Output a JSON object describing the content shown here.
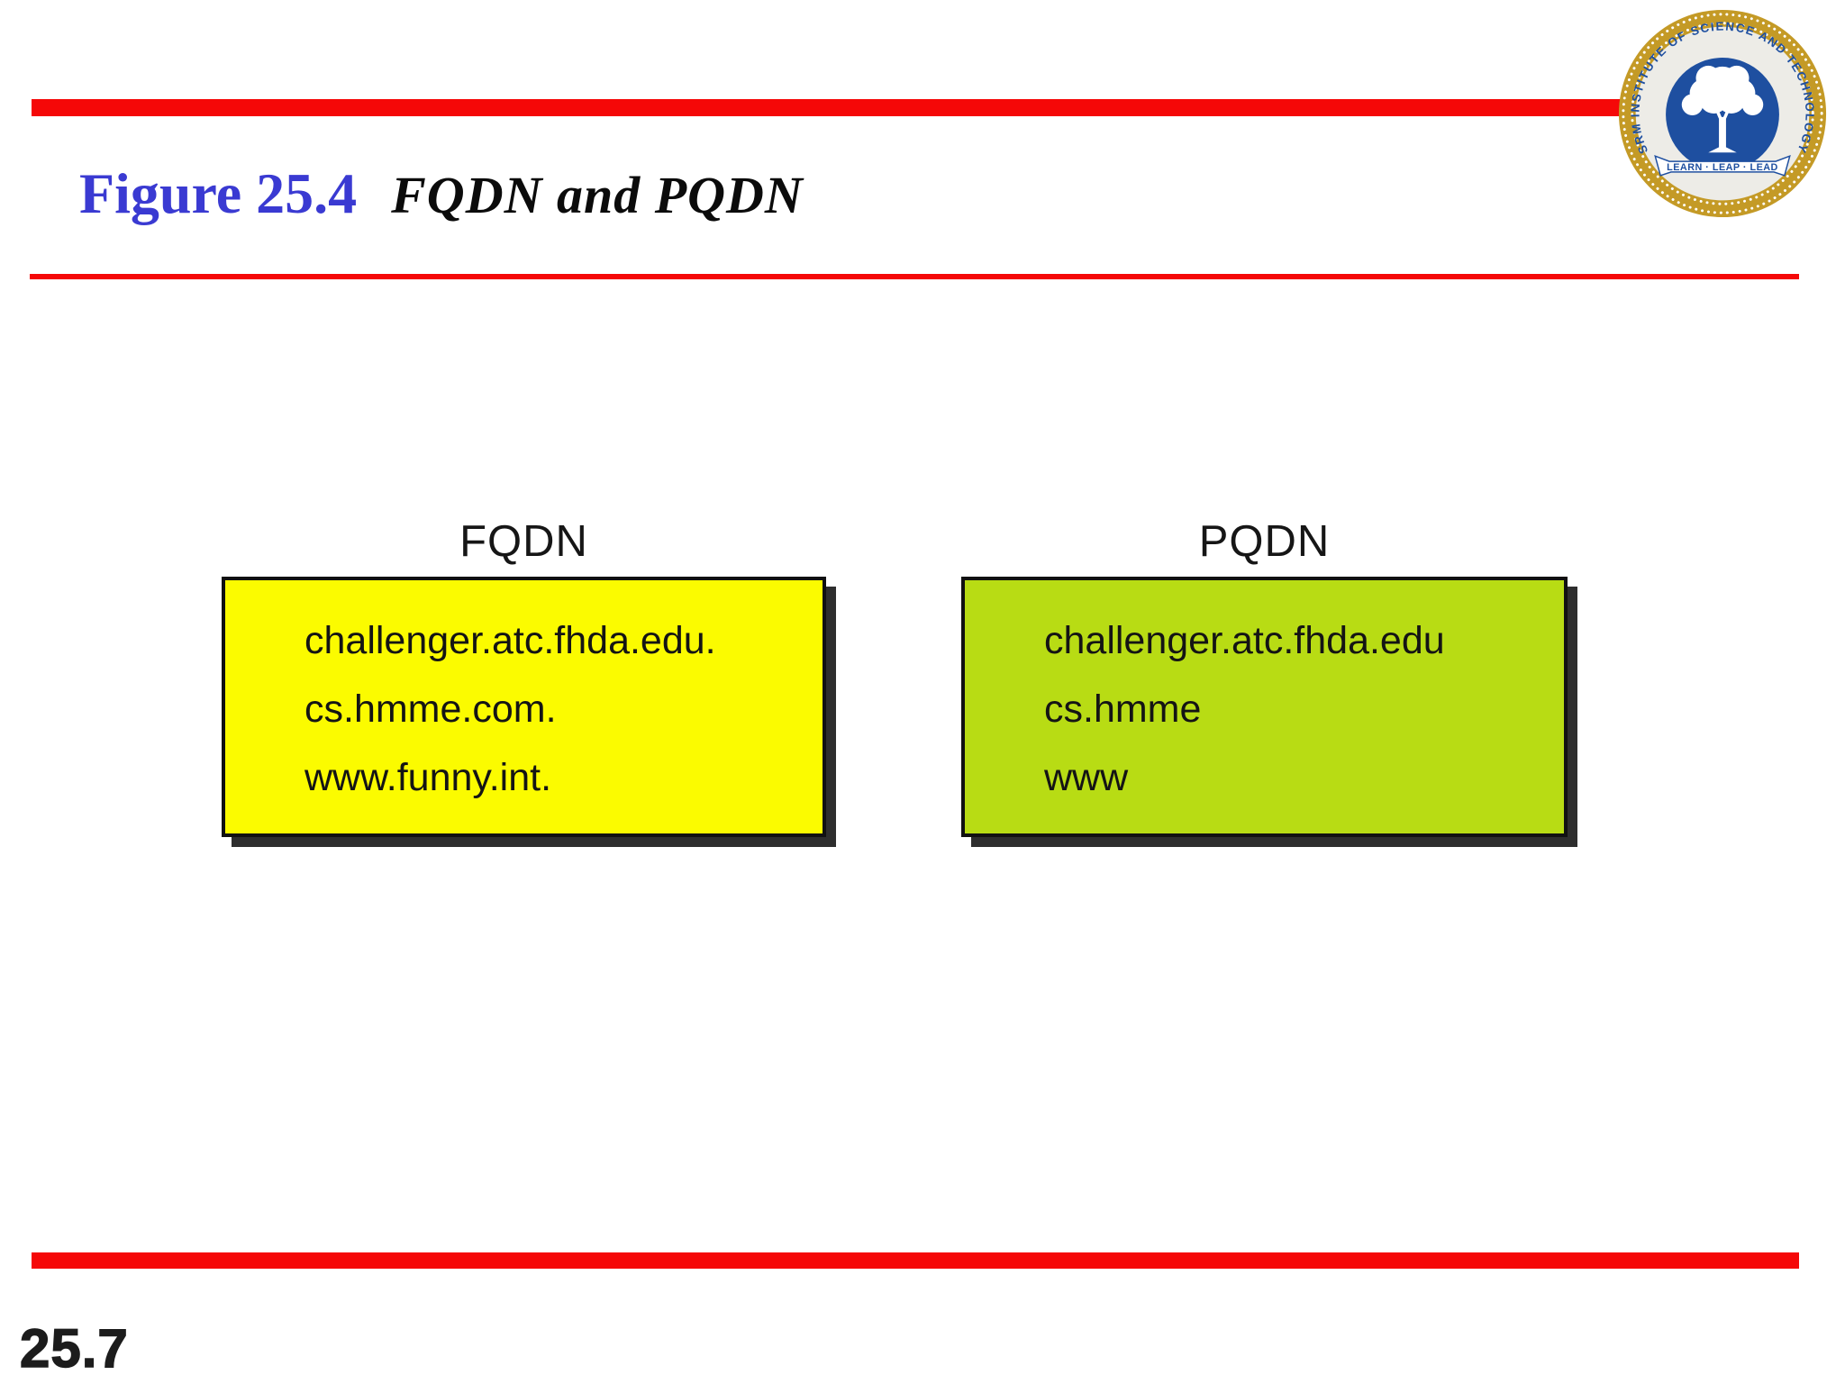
{
  "slide": {
    "figure_label": "Figure 25.4",
    "figure_title": "FQDN and PQDN",
    "page_number": "25.7"
  },
  "logo": {
    "arc_text": "SRM INSTITUTE OF SCIENCE AND TECHNOLOGY",
    "motto": "LEARN · LEAP · LEAD"
  },
  "figure": {
    "boxes": [
      {
        "label": "FQDN",
        "fill": "#FBFB00",
        "lines": [
          "challenger.atc.fhda.edu.",
          "cs.hmme.com.",
          "www.funny.int."
        ]
      },
      {
        "label": "PQDN",
        "fill": "#B8DC14",
        "lines": [
          "challenger.atc.fhda.edu",
          "cs.hmme",
          "www"
        ]
      }
    ]
  },
  "colors": {
    "accent_red": "#F50808",
    "title_blue": "#3A3AD2",
    "box_border": "#111111",
    "box_shadow": "#2E2E2E",
    "logo_gold": "#C49A26",
    "logo_blue": "#1E4FA0",
    "logo_ring_bg": "#EDECE7"
  }
}
